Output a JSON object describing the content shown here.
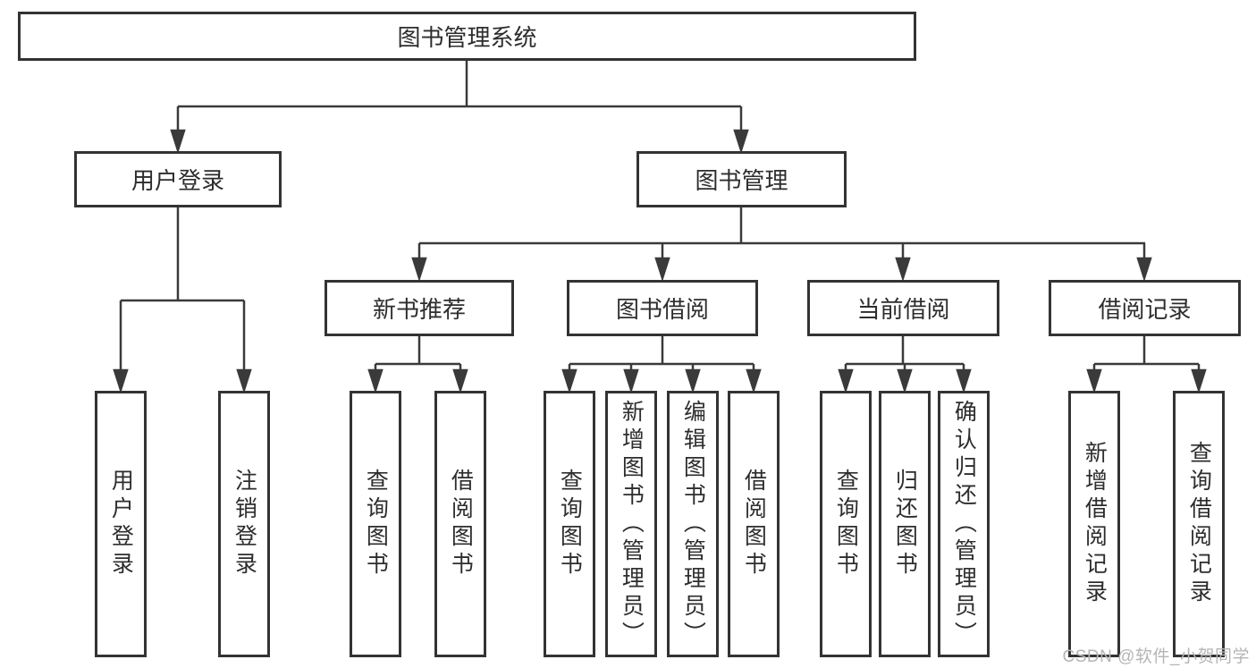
{
  "tree": {
    "title": "图书管理系统",
    "branches": [
      {
        "label": "用户登录",
        "children": [
          {
            "label": "用户登录"
          },
          {
            "label": "注销登录"
          }
        ]
      },
      {
        "label": "图书管理",
        "children": [
          {
            "label": "新书推荐",
            "children": [
              {
                "label": "查询图书"
              },
              {
                "label": "借阅图书"
              }
            ]
          },
          {
            "label": "图书借阅",
            "children": [
              {
                "label": "查询图书"
              },
              {
                "label": "新增图书（管理员）"
              },
              {
                "label": "编辑图书（管理员）"
              },
              {
                "label": "借阅图书"
              }
            ]
          },
          {
            "label": "当前借阅",
            "children": [
              {
                "label": "查询图书"
              },
              {
                "label": "归还图书"
              },
              {
                "label": "确认归还（管理员）"
              }
            ]
          },
          {
            "label": "借阅记录",
            "children": [
              {
                "label": "新增借阅记录"
              },
              {
                "label": "查询借阅记录"
              }
            ]
          }
        ]
      }
    ]
  },
  "watermark": "CSDN @软件_小贺同学",
  "colors": {
    "line": "#3a3a3a",
    "border": "#333333",
    "text": "#2d2d2d",
    "watermark": "#b5b5b5",
    "background": "#ffffff"
  }
}
